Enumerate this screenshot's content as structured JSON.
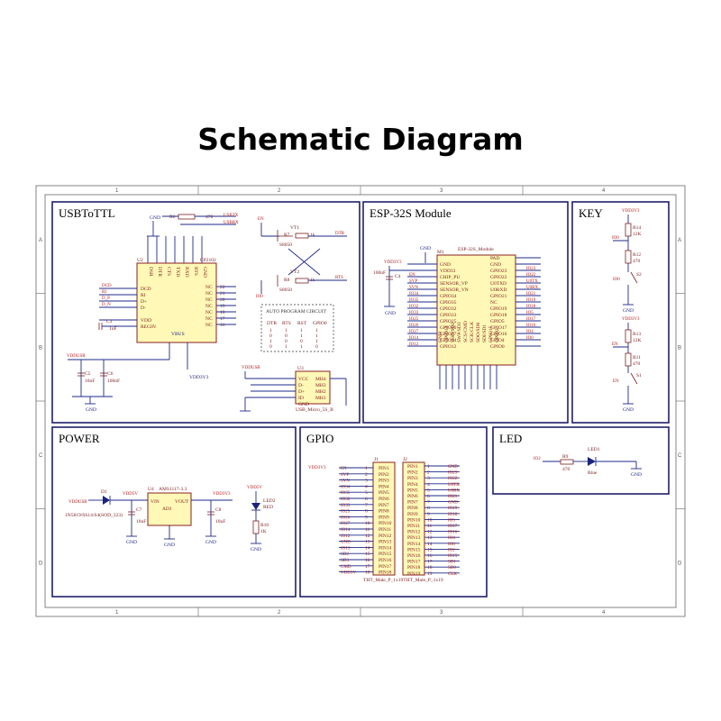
{
  "page": {
    "title": "Schematic Diagram"
  },
  "frame": {
    "columns": [
      "1",
      "2",
      "3",
      "4"
    ],
    "rows": [
      "A",
      "B",
      "C",
      "D"
    ]
  },
  "panels": {
    "usb": {
      "title": "USBToTTL",
      "chip": "CP2102",
      "chip_ref": "U2",
      "chip_left_pins": [
        "DCD",
        "RI",
        "D+",
        "D-",
        "VDD",
        "REGIN"
      ],
      "chip_right_pins": [
        "NC",
        "NC",
        "NC",
        "NC",
        "NC",
        "NC",
        "NC"
      ],
      "chip_right_nums": [
        "22",
        "21",
        "20",
        "19",
        "18",
        "17",
        "16"
      ],
      "chip_top_pins": [
        "DSR",
        "DTR",
        "CTS",
        "TXD",
        "RXD",
        "RTS",
        "GND"
      ],
      "labels": {
        "r6": "R6",
        "r6v": "470",
        "usbtx": "USBTX",
        "usbrx": "USBRX",
        "gnd": "GND",
        "dcd": "DCD",
        "ri": "RI",
        "dp": "D_P",
        "dn": "D_N",
        "c3": "C3",
        "c3v": "1uF",
        "c5": "C5",
        "c5v": "10uF",
        "c6": "C6",
        "c6v": "100nF",
        "vddusb": "VDDUSB",
        "vbus": "VBUS",
        "vdd3v3": "VDD3V3",
        "en": "EN",
        "io0": "IO0",
        "vt1": "VT1",
        "vt2": "VT2",
        "r7": "R7",
        "r8": "R8",
        "r7v": "1k",
        "r8v": "1k",
        "s8050a": "S8050",
        "s8050b": "S8050",
        "dtr": "DTR",
        "rts": "RTS",
        "usb_conn": "U3",
        "usb_conn_name": "USB_Micro_5S_B",
        "usb_pins": [
          "VCC",
          "D-",
          "D+",
          "ID",
          "GND"
        ],
        "usb_mh": [
          "MH4",
          "MH3",
          "MH2",
          "MH1"
        ]
      },
      "auto_table": {
        "title": "AUTO PROGRAM CIRCUIT",
        "headers": [
          "DTR",
          "RTS",
          "RST",
          "GPIO0"
        ],
        "rows": [
          [
            "1",
            "1",
            "1",
            "1"
          ],
          [
            "0",
            "0",
            "1",
            "1"
          ],
          [
            "1",
            "0",
            "0",
            "1"
          ],
          [
            "0",
            "1",
            "1",
            "0"
          ]
        ]
      }
    },
    "esp": {
      "title": "ESP-32S Module",
      "module": "ESP-32S_Module",
      "module_ref": "M1",
      "left_pins": [
        "GND",
        "VDD33",
        "CHIP_PU",
        "SENSOR_VP",
        "SENSOR_VN",
        "GPIO34",
        "GPIO35",
        "GPIO32",
        "GPIO33",
        "GPIO25",
        "GPIO26",
        "GPIO27",
        "GPIO14",
        "GPIO12"
      ],
      "right_pins": [
        "PAD",
        "GND",
        "GPIO23",
        "GPIO22",
        "U0TXD",
        "U0RXD",
        "GPIO21",
        "NC",
        "GPIO19",
        "GPIO18",
        "GPIO5",
        "GPIO17",
        "GPIO16",
        "GPIO4",
        "GPIO0"
      ],
      "left_nets": [
        "EN",
        "SVP",
        "SVN",
        "IO34",
        "IO35",
        "IO32",
        "IO33",
        "IO25",
        "IO26",
        "IO27",
        "IO14",
        "IO12"
      ],
      "right_nets": [
        "IO23",
        "IO22",
        "U0TX",
        "U0RX",
        "IO21",
        "IO19",
        "IO18",
        "IO5",
        "IO17",
        "IO16",
        "IO4",
        "IO0"
      ],
      "bottom_pins": [
        "GND",
        "GPIO13",
        "SHD/SD2",
        "SWP/SD3",
        "SCS/CMD",
        "SCK/CLK",
        "SDO/SD0",
        "SDI/SD1",
        "GPIO15",
        "GPIO2"
      ],
      "vdd": "VDD3V3",
      "cap": "C4",
      "capv": "100nF",
      "gnd": "GND"
    },
    "key": {
      "title": "KEY",
      "vdd": "VDD3V3",
      "r14": "R14",
      "r14v": "12K",
      "r12": "R12",
      "r12v": "470",
      "s2": "S2",
      "io0": "IO0",
      "r13": "R13",
      "r13v": "12K",
      "r11": "R11",
      "r11v": "470",
      "s1": "S1",
      "en": "EN",
      "gnd": "GND"
    },
    "power": {
      "title": "POWER",
      "d1": "D1",
      "d1v": "1N5819/SS14/S4(SOD_323)",
      "vddusb": "VDDUSB",
      "vdd5v": "VDD5V",
      "vdd5v_b": "VDD5V",
      "vdd3v3": "VDD3V3",
      "u4": "U4",
      "u4v": "AMS1117-3.3",
      "vin": "VIN",
      "vout": "VOUT",
      "adj": "ADJ",
      "c7": "C7",
      "c7v": "10uF",
      "c8": "C8",
      "c8v": "10uF",
      "led2": "LED2",
      "led2v": "RED",
      "r10": "R10",
      "r10v": "1K",
      "gnd": "GND"
    },
    "gpio": {
      "title": "GPIO",
      "j1_nets": [
        "EN",
        "SVP",
        "SVN",
        "IO34",
        "IO35",
        "IO32",
        "IO33",
        "IO25",
        "IO26",
        "IO27",
        "IO14",
        "IO12",
        "GND",
        "IO13",
        "SD2",
        "SD3",
        "CMD",
        "VDD5V"
      ],
      "j2_nets": [
        "GND",
        "IO23",
        "IO22",
        "U0TX",
        "U0RX",
        "IO21",
        "GND",
        "IO19",
        "IO18",
        "IO5",
        "IO17",
        "IO16",
        "IO4",
        "IO0",
        "IO2",
        "IO15",
        "SD1",
        "SD0",
        "CLK"
      ],
      "j1": "J1",
      "j2": "J2",
      "vdd": "VDD3V3",
      "footer": "THT_Male_P_1x19THT_Male_P_1x19"
    },
    "led": {
      "title": "LED",
      "net": "IO2",
      "r9": "R9",
      "r9v": "470",
      "led": "LED1",
      "ledv": "Blue",
      "gnd": "GND"
    }
  }
}
